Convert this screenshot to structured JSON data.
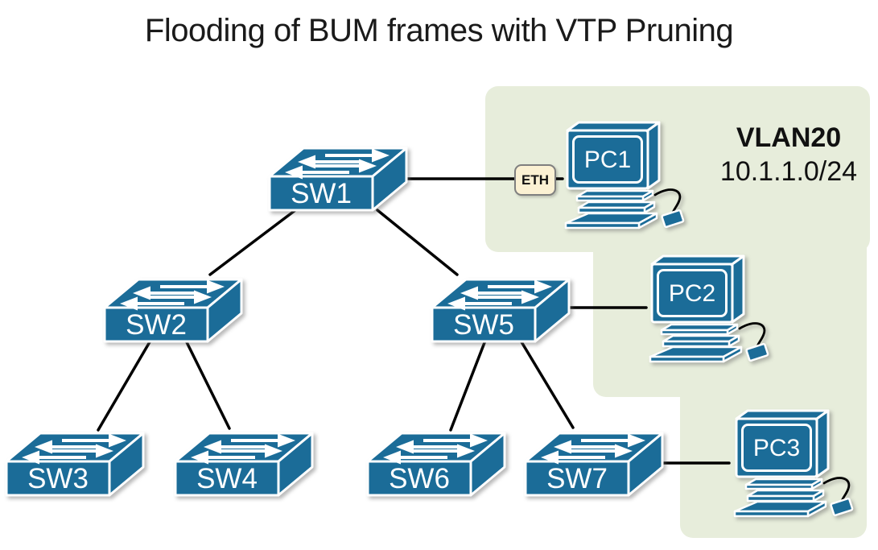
{
  "title": "Flooding of BUM frames with VTP Pruning",
  "vlan_zone": {
    "name": "VLAN20",
    "subnet": "10.1.1.0/24"
  },
  "eth_badge": {
    "label": "ETH"
  },
  "devices": {
    "switches": [
      {
        "id": "sw1",
        "label": "SW1"
      },
      {
        "id": "sw2",
        "label": "SW2"
      },
      {
        "id": "sw3",
        "label": "SW3"
      },
      {
        "id": "sw4",
        "label": "SW4"
      },
      {
        "id": "sw5",
        "label": "SW5"
      },
      {
        "id": "sw6",
        "label": "SW6"
      },
      {
        "id": "sw7",
        "label": "SW7"
      }
    ],
    "pcs": [
      {
        "id": "pc1",
        "label": "PC1"
      },
      {
        "id": "pc2",
        "label": "PC2"
      },
      {
        "id": "pc3",
        "label": "PC3"
      }
    ]
  },
  "links": [
    {
      "from": "SW1",
      "to": "PC1",
      "via": "ETH"
    },
    {
      "from": "SW1",
      "to": "SW2"
    },
    {
      "from": "SW1",
      "to": "SW5"
    },
    {
      "from": "SW2",
      "to": "SW3"
    },
    {
      "from": "SW2",
      "to": "SW4"
    },
    {
      "from": "SW5",
      "to": "SW6"
    },
    {
      "from": "SW5",
      "to": "SW7"
    },
    {
      "from": "SW5",
      "to": "PC2"
    },
    {
      "from": "SW7",
      "to": "PC3"
    }
  ],
  "colors": {
    "device_fill": "#1b6c98",
    "vlan_zone_fill": "#e7eddb",
    "link": "#000000",
    "eth_badge_fill": "#fbf1d3",
    "eth_badge_border": "#7f7f7f",
    "label_text": "#ffffff",
    "title_text": "#1a1a1a"
  }
}
